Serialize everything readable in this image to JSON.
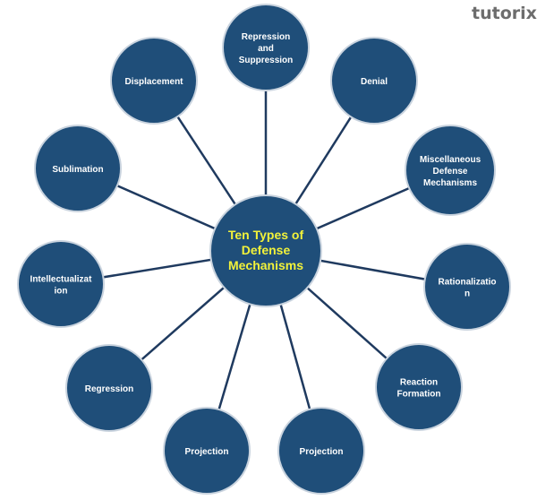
{
  "logo": "tutorix",
  "center": {
    "lines": [
      "Ten Types of",
      "Defense",
      "Mechanisms"
    ],
    "text_color": "#f2f23a"
  },
  "node_color": "#1f4e79",
  "nodes": [
    {
      "lines": [
        "Repression",
        "and",
        "Suppression"
      ]
    },
    {
      "lines": [
        "Denial"
      ]
    },
    {
      "lines": [
        "Miscellaneous",
        "Defense",
        "Mechanisms"
      ]
    },
    {
      "lines": [
        "Rationalizatio",
        "n"
      ]
    },
    {
      "lines": [
        "Reaction",
        "Formation"
      ]
    },
    {
      "lines": [
        "Projection"
      ]
    },
    {
      "lines": [
        "Projection"
      ]
    },
    {
      "lines": [
        "Regression"
      ]
    },
    {
      "lines": [
        "Intellectualizat",
        "ion"
      ]
    },
    {
      "lines": [
        "Sublimation"
      ]
    },
    {
      "lines": [
        "Displacement"
      ]
    }
  ]
}
